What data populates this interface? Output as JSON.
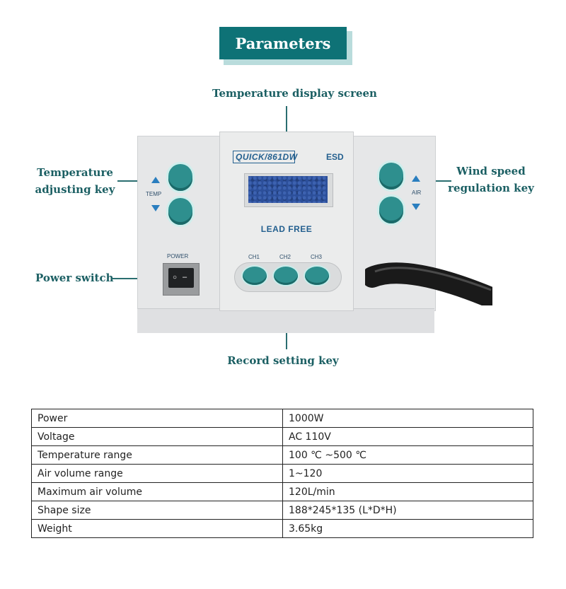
{
  "title": "Parameters",
  "callouts": {
    "display": "Temperature display screen",
    "temp_key_line1": "Temperature",
    "temp_key_line2": "adjusting key",
    "wind_key_line1": "Wind speed",
    "wind_key_line2": "regulation key",
    "power": "Power switch",
    "record": "Record setting key"
  },
  "device": {
    "brand": "QUICK/861DW",
    "esd": "ESD",
    "lead_free": "LEAD FREE",
    "temp_label": "TEMP",
    "air_label": "AIR",
    "power_label": "POWER",
    "channels": [
      "CH1",
      "CH2",
      "CH3"
    ]
  },
  "specs": [
    {
      "key": "Power",
      "value": "1000W"
    },
    {
      "key": "Voltage",
      "value": "AC 110V"
    },
    {
      "key": "Temperature range",
      "value": "100 ℃ ~500 ℃"
    },
    {
      "key": "Air volume range",
      "value": "1~120"
    },
    {
      "key": "Maximum air volume",
      "value": "120L/min"
    },
    {
      "key": "Shape size",
      "value": "188*245*135 (L*D*H)"
    },
    {
      "key": "Weight",
      "value": "3.65kg"
    }
  ],
  "colors": {
    "banner": "#0e7276",
    "callout_text": "#1b5f63",
    "button_teal": "#2e8f8e"
  }
}
